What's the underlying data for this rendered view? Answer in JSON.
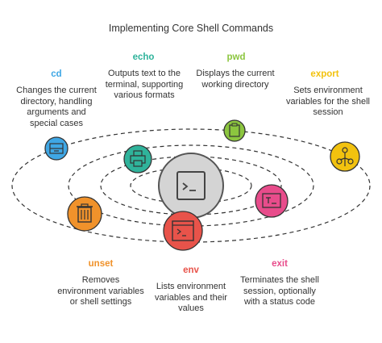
{
  "title": "Implementing Core Shell Commands",
  "commands": [
    {
      "id": "cd",
      "label": "cd",
      "color": "#3FA7E5",
      "icon": "drawer-icon",
      "description": "Changes the current directory, handling arguments and special cases"
    },
    {
      "id": "echo",
      "label": "echo",
      "color": "#2FB39B",
      "icon": "printer-icon",
      "description": "Outputs text to the terminal, supporting various formats"
    },
    {
      "id": "pwd",
      "label": "pwd",
      "color": "#8CC63F",
      "icon": "clipboard-icon",
      "description": "Displays the current working directory"
    },
    {
      "id": "export",
      "label": "export",
      "color": "#F2C20F",
      "icon": "network-icon",
      "description": "Sets environment variables for the shell session"
    },
    {
      "id": "unset",
      "label": "unset",
      "color": "#F0922B",
      "icon": "trash-icon",
      "description": "Removes environment variables or shell settings"
    },
    {
      "id": "env",
      "label": "env",
      "color": "#E8534A",
      "icon": "terminal-window-icon",
      "description": "Lists environment variables and their values"
    },
    {
      "id": "exit",
      "label": "exit",
      "color": "#E84C8B",
      "icon": "terminal-exit-icon",
      "description": "Terminates the shell session, optionally with a status code"
    }
  ],
  "center_icon": "terminal-icon"
}
